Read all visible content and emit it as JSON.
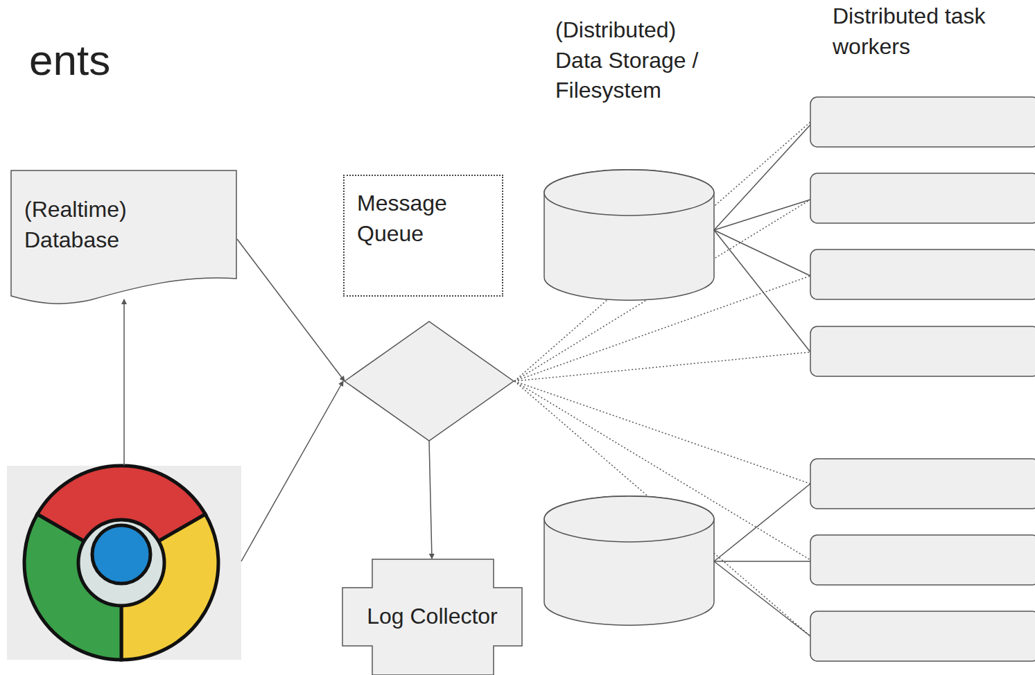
{
  "diagram": {
    "title": "ents",
    "nodes": [
      {
        "text": [
          "(Realtime) Database"
        ]
      },
      {
        "text": [
          "Message Queue"
        ]
      },
      {
        "text": [
          "Log Collector"
        ]
      }
    ],
    "edges": [
      {
        "from": 0,
        "to": 1,
        "arrow": "to"
      },
      {
        "from": 1,
        "to": 2,
        "arrow": "to"
      }
    ],
    "labels": [
      "(Distributed) Data Storage / Filesystem",
      "Distributed task workers"
    ]
  }
}
